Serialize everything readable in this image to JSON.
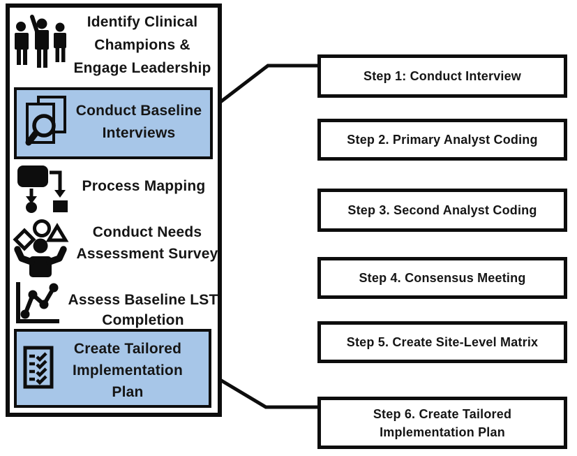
{
  "figure": {
    "background_color": "#ffffff",
    "border_color": "#0d0d0d",
    "highlight_color": "#a7c6e8",
    "description": "Pre-implementation activities panel linked to six-step qualitative coding process"
  },
  "left_panel": {
    "items": [
      {
        "icon": "team-people-icon",
        "label": "Identify Clinical\nChampions &\nEngage Leadership",
        "highlighted": false
      },
      {
        "icon": "document-search-icon",
        "label": "Conduct Baseline\nInterviews",
        "highlighted": true
      },
      {
        "icon": "flowchart-icon",
        "label": "Process Mapping",
        "highlighted": false
      },
      {
        "icon": "shapes-juggler-icon",
        "label": "Conduct Needs\nAssessment Survey",
        "highlighted": false
      },
      {
        "icon": "line-chart-icon",
        "label": "Assess Baseline LST\nCompletion",
        "highlighted": false
      },
      {
        "icon": "checklist-icon",
        "label": "Create Tailored\nImplementation\nPlan",
        "highlighted": true
      }
    ]
  },
  "steps": [
    "Step 1: Conduct Interview",
    "Step 2. Primary Analyst Coding",
    "Step 3. Second Analyst Coding",
    "Step 4. Consensus Meeting",
    "Step 5. Create Site-Level Matrix",
    "Step 6. Create Tailored\nImplementation Plan"
  ]
}
